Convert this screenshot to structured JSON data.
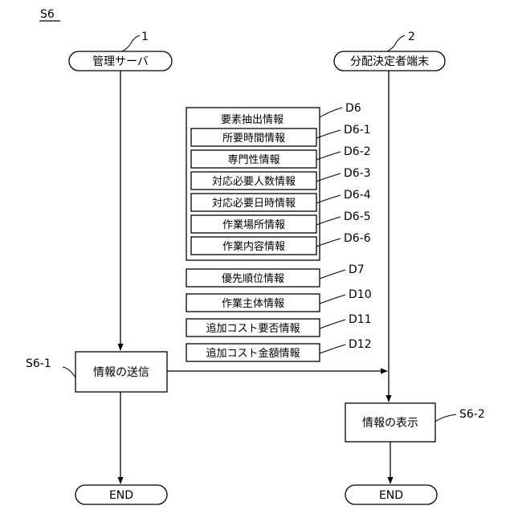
{
  "figure_label": "S6",
  "left_column": {
    "ref": "1",
    "actor": "管理サーバ",
    "step_ref": "S6-1",
    "step": "情報の送信",
    "end": "END"
  },
  "right_column": {
    "ref": "2",
    "actor": "分配決定者端末",
    "step_ref": "S6-2",
    "step": "情報の表示",
    "end": "END"
  },
  "group": {
    "ref": "D6",
    "title": "要素抽出情報",
    "items": [
      {
        "label": "所要時間情報",
        "ref": "D6-1"
      },
      {
        "label": "専門性情報",
        "ref": "D6-2"
      },
      {
        "label": "対応必要人数情報",
        "ref": "D6-3"
      },
      {
        "label": "対応必要日時情報",
        "ref": "D6-4"
      },
      {
        "label": "作業場所情報",
        "ref": "D6-5"
      },
      {
        "label": "作業内容情報",
        "ref": "D6-6"
      }
    ]
  },
  "data_boxes": [
    {
      "label": "優先順位情報",
      "ref": "D7"
    },
    {
      "label": "作業主体情報",
      "ref": "D10"
    },
    {
      "label": "追加コスト要否情報",
      "ref": "D11"
    },
    {
      "label": "追加コスト金額情報",
      "ref": "D12"
    }
  ]
}
